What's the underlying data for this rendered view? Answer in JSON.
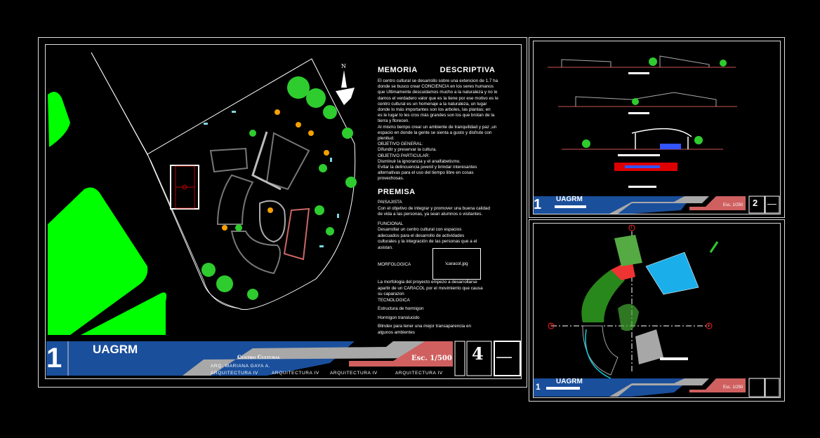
{
  "sheet1": {
    "memoria": {
      "title_left": "MEMORIA",
      "title_right": "DESCRIPTIVA",
      "lines": [
        "El centro cultural se desarrollo sobre una extencion de  1.7 ha",
        "donde se busco crear CONCIENCIA en los seres humanos",
        "que Ultimamente descuidamos mucho a la naturaleza y no le",
        "damos el verdadero valor que es la tiene por ese motivo es le",
        "centro cultural es un homenaje a la naturaleza, un lugar",
        "donde lo más importantes son los arboles, las plantas; en",
        "es le lugar lo les cros más grandes son los que brotan de la",
        "tierra y florecen.",
        " Al mismo tiempo crear un ambiente de  tranquilidad y paz ,un",
        "espacio en donde la gente se sienta a gusto y disfrute con",
        "plenitud.",
        "OBJETIVO GENERAL:",
        "Difundir y preservar la cultura.",
        "OBJETIVO PARTICULAR:",
        "Disminuir la ignorancia y el analfabetismo.",
        " Evitar la delincuencia juvenil y brindar interesantes",
        "alternativas para el uso del  tiempo libre en cosas",
        "provechosas."
      ]
    },
    "premisa": {
      "title": "PREMISA",
      "paisajista_label": "PAISAJISTA",
      "paisajista_lines": [
        "Con el objetivo de  integrar y promover una buena calidad",
        "de vida a las personas, ya sean alumnos o visitantes."
      ],
      "funcional_label": "FUNCIONAL",
      "funcional_lines": [
        "Desarrollar un centro cultural con espacios",
        "adecuados para el desarrollo de actividades",
        "culturales y la integración de las personas que a el",
        "asistan."
      ],
      "morfologica_label": "MORFOLOGICA",
      "image_placeholder": "\\caracol.jpg",
      "morfologica_lines": [
        "La morfologia del proyecto empezo a desarrollarse",
        "apartir de un CARACOL por el movimiento que causa",
        "su caparazon"
      ],
      "tecnologica_label": "TECNOLOGICA",
      "tecnologica_items": [
        "Estructura de hormigon",
        "Hormigon translucido",
        "Blindex para tener una mejor transaparencia en",
        "algunos ambientes"
      ]
    },
    "title_block": {
      "number": "1",
      "institution": "UAGRM",
      "project": "Centro Cultural",
      "author": "ARQ. MARIANA GAYA A.",
      "courses": [
        "ARQUITECTURA IV",
        "ARQUITECTURA IV",
        "ARQUITECTURA IV",
        "ARQUITECTURA IV"
      ],
      "scale": "Esc. 1/500",
      "sheet_number": "4",
      "sheet_total": "—"
    },
    "north_label": "N"
  },
  "sheet2": {
    "title_block": {
      "number": "1",
      "institution": "UAGRM",
      "scale": "Esc. 1/250",
      "sheet_number": "2",
      "sheet_total": "—"
    }
  },
  "sheet3": {
    "title_block": {
      "number": "1",
      "institution": "UAGRM",
      "scale": "Esc. 1/250"
    },
    "axis_labels": [
      "1",
      "3",
      "3"
    ]
  },
  "colors": {
    "blue": "#1a4f9c",
    "gray": "#a8a8a8",
    "red": "#d06060",
    "grass": "#00ff00"
  }
}
